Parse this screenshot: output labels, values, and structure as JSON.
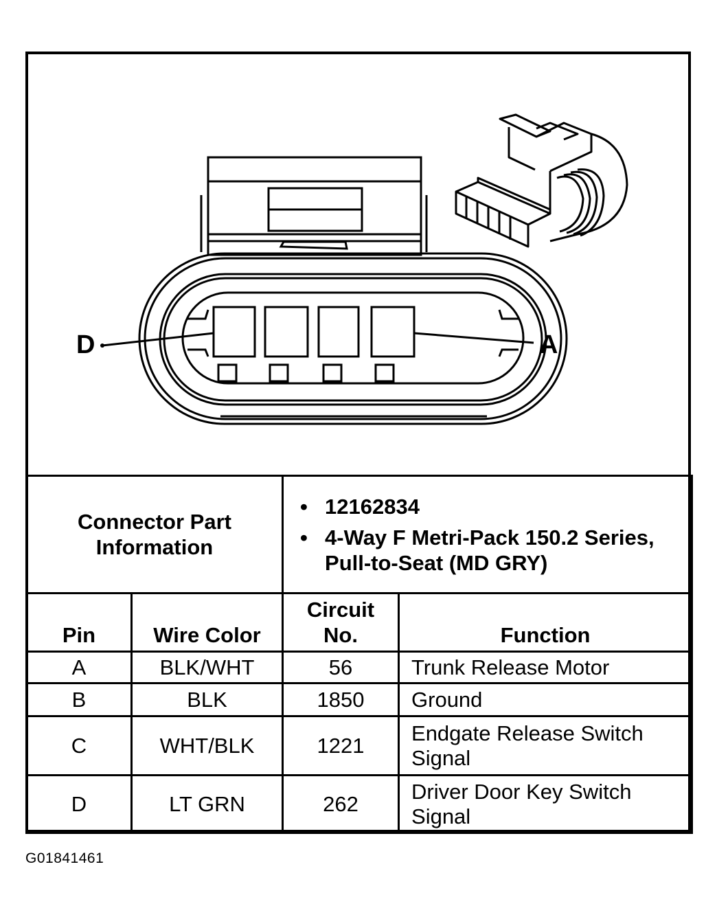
{
  "figure": {
    "pin_labels": {
      "left": "D",
      "right": "A"
    },
    "pin_count": 4,
    "icons": [
      "connector-face-drawing",
      "connector-isometric-drawing"
    ]
  },
  "connector_info": {
    "label": "Connector Part Information",
    "values": [
      "12162834",
      "4-Way F Metri-Pack 150.2 Series, Pull-to-Seat (MD GRY)"
    ]
  },
  "table": {
    "headers": {
      "pin": "Pin",
      "wire_color": "Wire Color",
      "circuit_no": "Circuit No.",
      "function": "Function"
    },
    "rows": [
      {
        "pin": "A",
        "wire_color": "BLK/WHT",
        "circuit_no": "56",
        "function": "Trunk Release Motor"
      },
      {
        "pin": "B",
        "wire_color": "BLK",
        "circuit_no": "1850",
        "function": "Ground"
      },
      {
        "pin": "C",
        "wire_color": "WHT/BLK",
        "circuit_no": "1221",
        "function": "Endgate Release Switch Signal"
      },
      {
        "pin": "D",
        "wire_color": "LT GRN",
        "circuit_no": "262",
        "function": "Driver Door Key Switch Signal"
      }
    ]
  },
  "figure_id": "G01841461",
  "colors": {
    "line": "#000000",
    "background": "#ffffff"
  }
}
